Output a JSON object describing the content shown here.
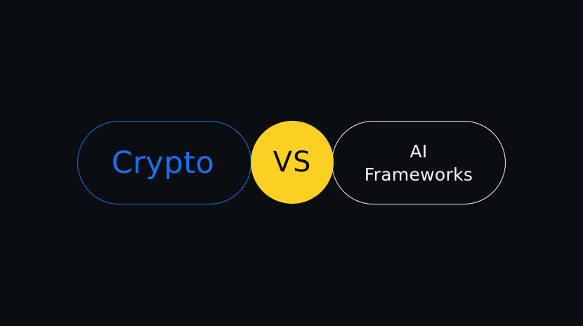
{
  "comparison": {
    "left": {
      "label": "Crypto",
      "text_color": "#1a6ff0",
      "border_color": "#1a6fe0"
    },
    "center": {
      "label": "VS",
      "fill_color": "#fdd122",
      "text_color": "#0b0b0b"
    },
    "right": {
      "label_line1": "AI",
      "label_line2": "Frameworks",
      "text_color": "#f4f4f4",
      "border_color": "#f2f2f2"
    }
  },
  "background_color": "#0a0e12"
}
